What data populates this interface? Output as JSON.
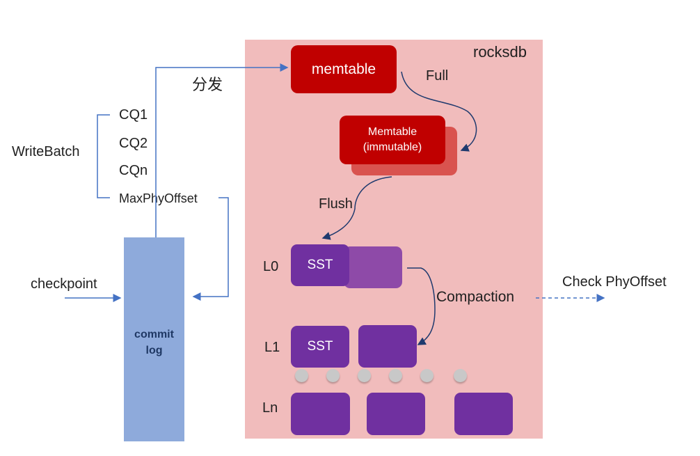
{
  "diagram": {
    "title": "rocksdb",
    "dispatch_label": "分发",
    "writebatch": {
      "label": "WriteBatch",
      "items": [
        "CQ1",
        "CQ2",
        "CQn",
        "MaxPhyOffset"
      ]
    },
    "checkpoint_label": "checkpoint",
    "commit_log_label": "commit\nlog",
    "memtable_label": "memtable",
    "full_label": "Full",
    "immutable_label": "Memtable\n(immutable)",
    "flush_label": "Flush",
    "levels": {
      "l0": {
        "label": "L0",
        "sst": "SST"
      },
      "l1": {
        "label": "L1",
        "sst": "SST"
      },
      "ln": {
        "label": "Ln"
      }
    },
    "compaction_label": "Compaction",
    "check_label": "Check PhyOffset",
    "colors": {
      "rocksdb_bg": "#f1bcbc",
      "memtable": "#c00000",
      "immutable_back": "#d9534f",
      "sst": "#7030a0",
      "sst_light": "#8e4aa8",
      "commit_log": "#8eaadb",
      "connector": "#4472c4",
      "curve_arrow": "#1f3a6e"
    }
  }
}
